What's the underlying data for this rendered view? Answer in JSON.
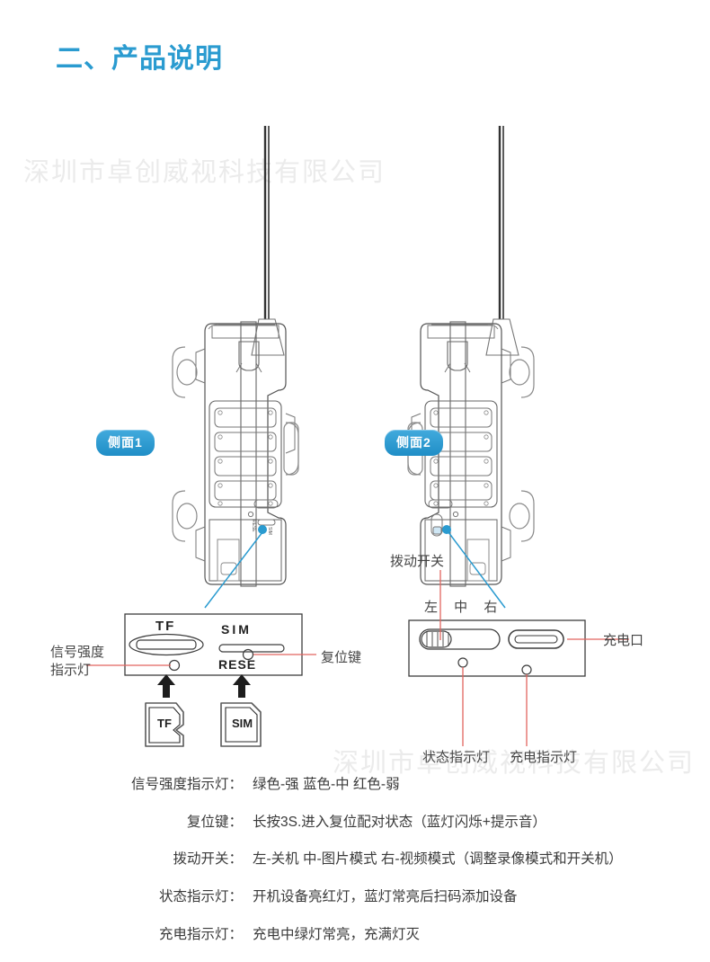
{
  "header": {
    "title": "二、产品说明"
  },
  "watermark": {
    "text": "深圳市卓创威视科技有限公司"
  },
  "diagram": {
    "views": [
      {
        "badge": "侧面1"
      },
      {
        "badge": "侧面2"
      }
    ],
    "left_panel": {
      "tf_label": "TF",
      "sim_label": "SIM",
      "reset_label": "RESE",
      "tf_card_label": "TF",
      "sim_card_label": "SIM",
      "callout_signal": "信号强度指示灯",
      "callout_reset": "复位键"
    },
    "right_panel": {
      "switch_label": "拨动开关",
      "switch_positions": "左 中 右",
      "charge_port": "充电口",
      "status_led": "状态指示灯",
      "charge_led": "充电指示灯"
    }
  },
  "specs": [
    {
      "key": "信号强度指示灯：",
      "value": "绿色-强 蓝色-中 红色-弱"
    },
    {
      "key": "复位键：",
      "value": "长按3S.进入复位配对状态（蓝灯闪烁+提示音）"
    },
    {
      "key": "拨动开关：",
      "value": "左-关机  中-图片模式  右-视频模式（调整录像模式和开关机）"
    },
    {
      "key": "状态指示灯：",
      "value": "开机设备亮红灯，蓝灯常亮后扫码添加设备"
    },
    {
      "key": "充电指示灯：",
      "value": "充电中绿灯常亮，充满灯灭"
    }
  ],
  "colors": {
    "accent_blue": "#2a9bd0",
    "callout_red": "#e2655f",
    "line_gray": "#4a4a4a",
    "watermark_gray": "#ebebeb"
  }
}
